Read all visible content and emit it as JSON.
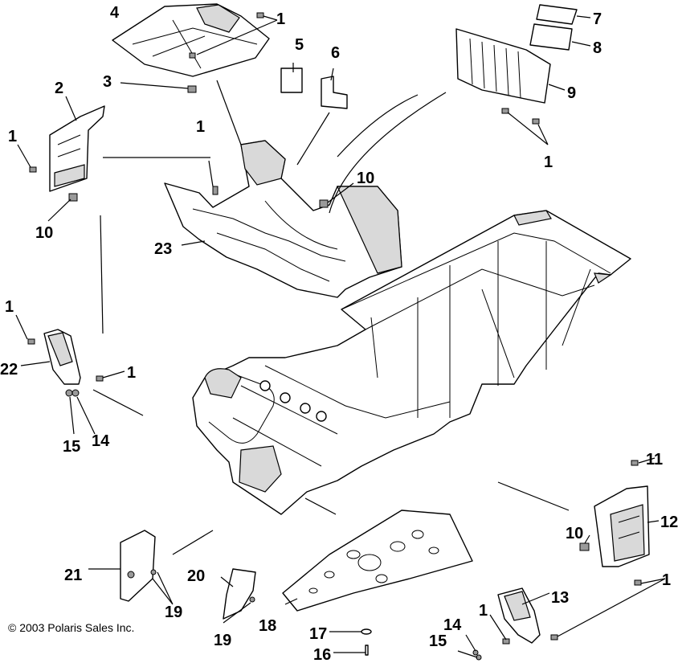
{
  "diagram": {
    "copyright": "© 2003 Polaris Sales Inc.",
    "labels": [
      {
        "id": "l1a",
        "text": "1"
      },
      {
        "id": "l4",
        "text": "4"
      },
      {
        "id": "l5",
        "text": "5"
      },
      {
        "id": "l6",
        "text": "6"
      },
      {
        "id": "l7",
        "text": "7"
      },
      {
        "id": "l8",
        "text": "8"
      },
      {
        "id": "l9",
        "text": "9"
      },
      {
        "id": "l3",
        "text": "3"
      },
      {
        "id": "l2",
        "text": "2"
      },
      {
        "id": "l1b",
        "text": "1"
      },
      {
        "id": "l1c",
        "text": "1"
      },
      {
        "id": "l1d",
        "text": "1"
      },
      {
        "id": "l10a",
        "text": "10"
      },
      {
        "id": "l10b",
        "text": "10"
      },
      {
        "id": "l23",
        "text": "23"
      },
      {
        "id": "l1e",
        "text": "1"
      },
      {
        "id": "l22",
        "text": "22"
      },
      {
        "id": "l1f",
        "text": "1"
      },
      {
        "id": "l15a",
        "text": "15"
      },
      {
        "id": "l14a",
        "text": "14"
      },
      {
        "id": "l11",
        "text": "11"
      },
      {
        "id": "l12",
        "text": "12"
      },
      {
        "id": "l10c",
        "text": "10"
      },
      {
        "id": "l1g",
        "text": "1"
      },
      {
        "id": "l13",
        "text": "13"
      },
      {
        "id": "l1h",
        "text": "1"
      },
      {
        "id": "l14b",
        "text": "14"
      },
      {
        "id": "l15b",
        "text": "15"
      },
      {
        "id": "l17",
        "text": "17"
      },
      {
        "id": "l16",
        "text": "16"
      },
      {
        "id": "l18",
        "text": "18"
      },
      {
        "id": "l19a",
        "text": "19"
      },
      {
        "id": "l19b",
        "text": "19"
      },
      {
        "id": "l20",
        "text": "20"
      },
      {
        "id": "l21",
        "text": "21"
      }
    ]
  }
}
